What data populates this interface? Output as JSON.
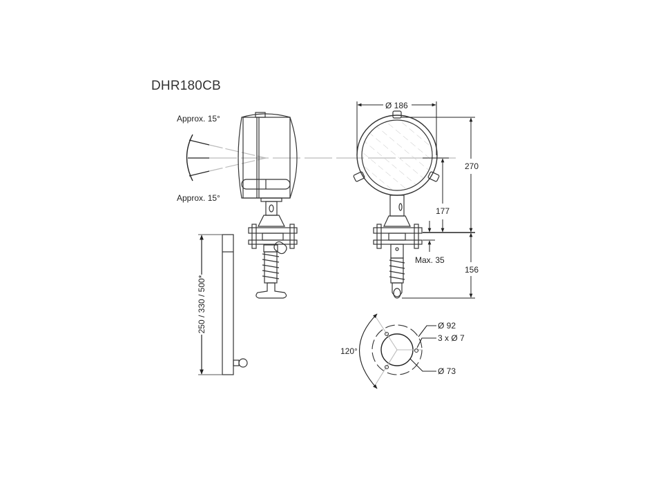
{
  "title": "DHR180CB",
  "side_view": {
    "beam_angle_top": "Approx. 15°",
    "beam_angle_bottom": "Approx. 15°"
  },
  "front_view": {
    "diameter": "Ø 186",
    "height_total": "270",
    "height_center": "177",
    "height_below_mount": "156",
    "deck_thickness": "Max. 35"
  },
  "extension_tube": {
    "length": "250 / 330 / 500*"
  },
  "bolt_pattern": {
    "angle": "120°",
    "outer_diameter": "Ø 92",
    "holes": "3 x Ø 7",
    "inner_diameter": "Ø 73"
  },
  "colors": {
    "line": "#333333",
    "centerline": "#bbbbbb",
    "background": "#ffffff"
  }
}
